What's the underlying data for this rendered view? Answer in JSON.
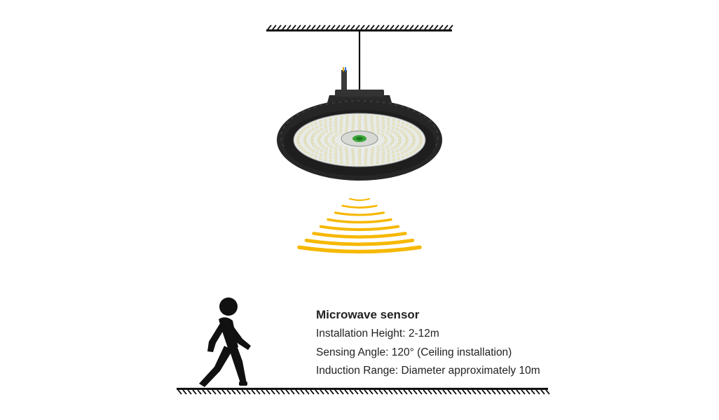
{
  "sensor": {
    "title": "Microwave sensor",
    "installation_height": "Installation Height: 2-12m",
    "sensing_angle": "Sensing Angle: 120°  (Ceiling installation)",
    "induction_range": "Induction Range: Diameter approximately 10m"
  },
  "icons": {
    "ceiling": "ceiling-hatch-icon",
    "lamp": "ufo-high-bay-lamp-icon",
    "waves": "microwave-signal-icon",
    "person": "walking-person-icon",
    "floor": "floor-hatch-icon"
  },
  "colors": {
    "wave": "#f6b800",
    "lamp_body": "#2b2b2b",
    "led_panel": "#e9ebe6",
    "sensor_green": "#3aa63a",
    "ink": "#111111",
    "text": "#222222"
  }
}
